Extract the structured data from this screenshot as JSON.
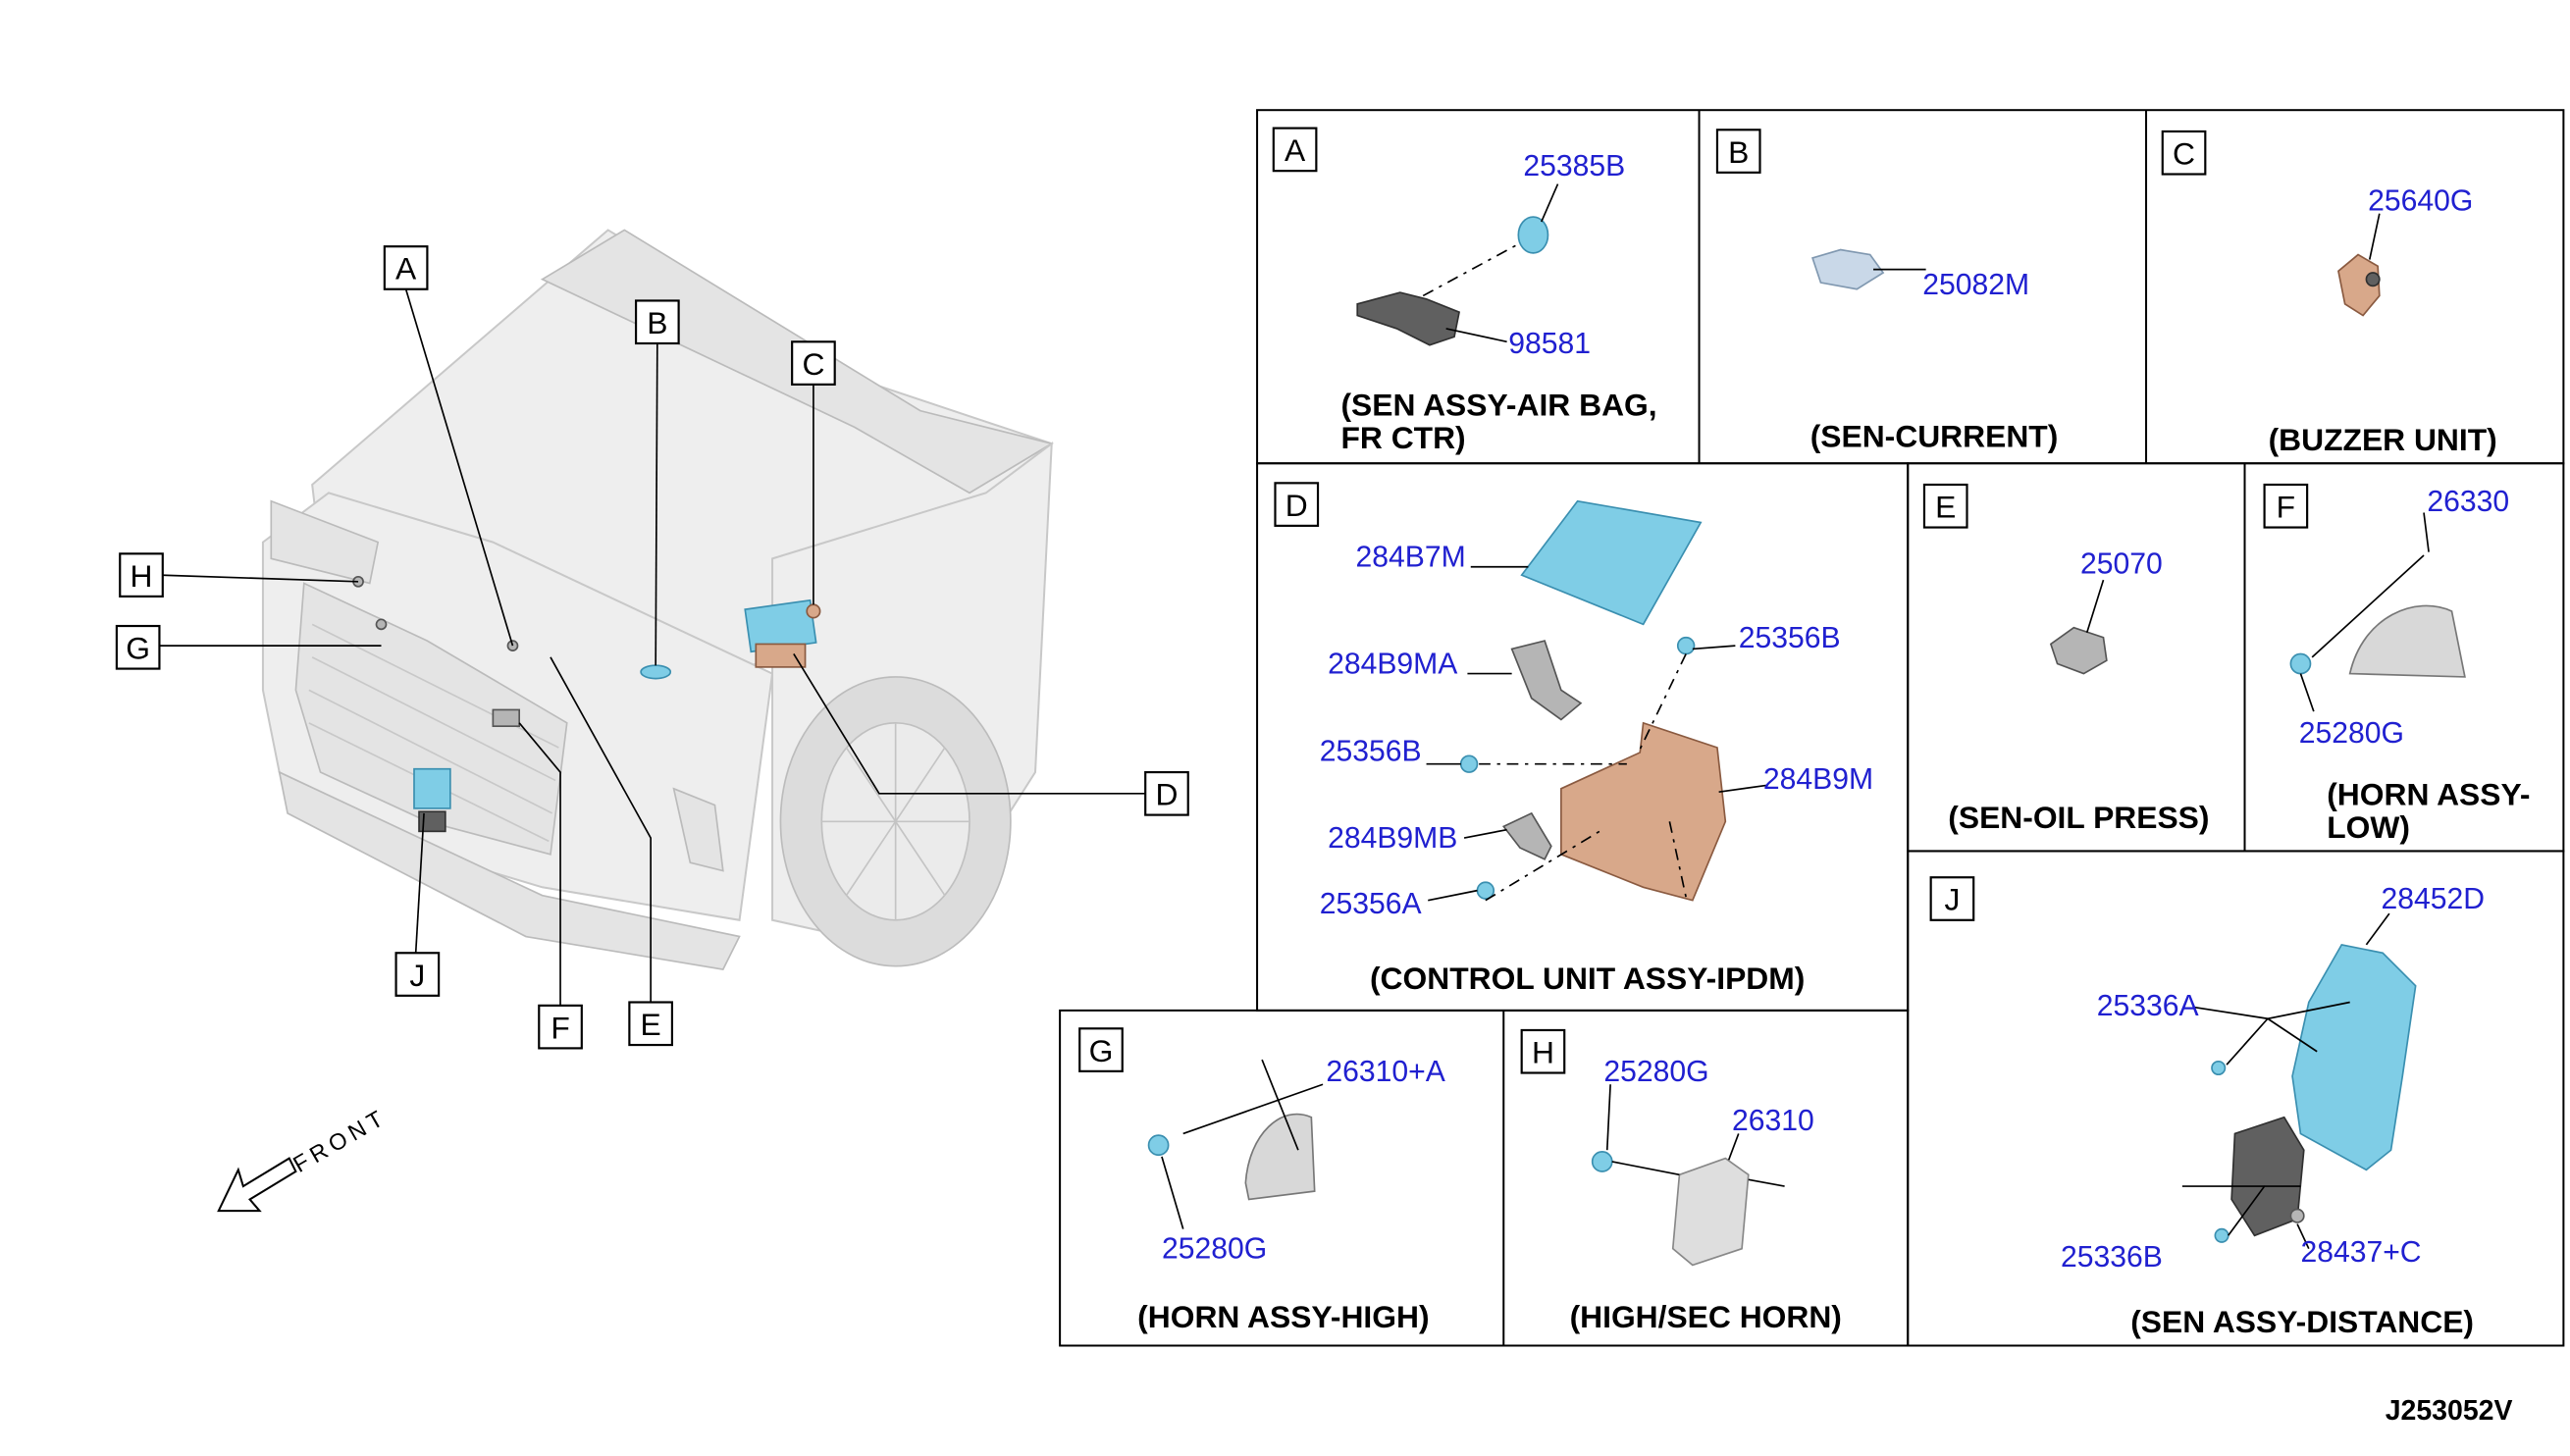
{
  "diagram_code": "J253052V",
  "front_label": "FRONT",
  "callouts": {
    "A": "A",
    "B": "B",
    "C": "C",
    "D": "D",
    "E": "E",
    "F": "F",
    "G": "G",
    "H": "H",
    "J": "J"
  },
  "panels": {
    "A": {
      "letter": "A",
      "caption_line1": "(SEN ASSY-AIR BAG,",
      "caption_line2": "FR CTR)",
      "parts": [
        "25385B",
        "98581"
      ]
    },
    "B": {
      "letter": "B",
      "caption": "(SEN-CURRENT)",
      "parts": [
        "25082M"
      ]
    },
    "C": {
      "letter": "C",
      "caption": "(BUZZER UNIT)",
      "parts": [
        "25640G"
      ]
    },
    "D": {
      "letter": "D",
      "caption": "(CONTROL UNIT ASSY-IPDM)",
      "parts": [
        "284B7M",
        "284B9MA",
        "25356B",
        "25356B",
        "284B9M",
        "284B9MB",
        "25356A"
      ]
    },
    "E": {
      "letter": "E",
      "caption": "(SEN-OIL PRESS)",
      "parts": [
        "25070"
      ]
    },
    "F": {
      "letter": "F",
      "caption_line1": "(HORN ASSY-",
      "caption_line2": "LOW)",
      "parts": [
        "26330",
        "25280G"
      ]
    },
    "G": {
      "letter": "G",
      "caption": "(HORN ASSY-HIGH)",
      "parts": [
        "26310+A",
        "25280G"
      ]
    },
    "H": {
      "letter": "H",
      "caption": "(HIGH/SEC HORN)",
      "parts": [
        "25280G",
        "26310"
      ]
    },
    "J": {
      "letter": "J",
      "caption": "(SEN ASSY-DISTANCE)",
      "parts": [
        "28452D",
        "25336A",
        "25336B",
        "28437+C"
      ]
    }
  },
  "colors": {
    "part_number": "#2020d0",
    "highlight_part": "#7fcde6",
    "tan_part": "#d8a88a",
    "car_body": "#eeeeee"
  }
}
